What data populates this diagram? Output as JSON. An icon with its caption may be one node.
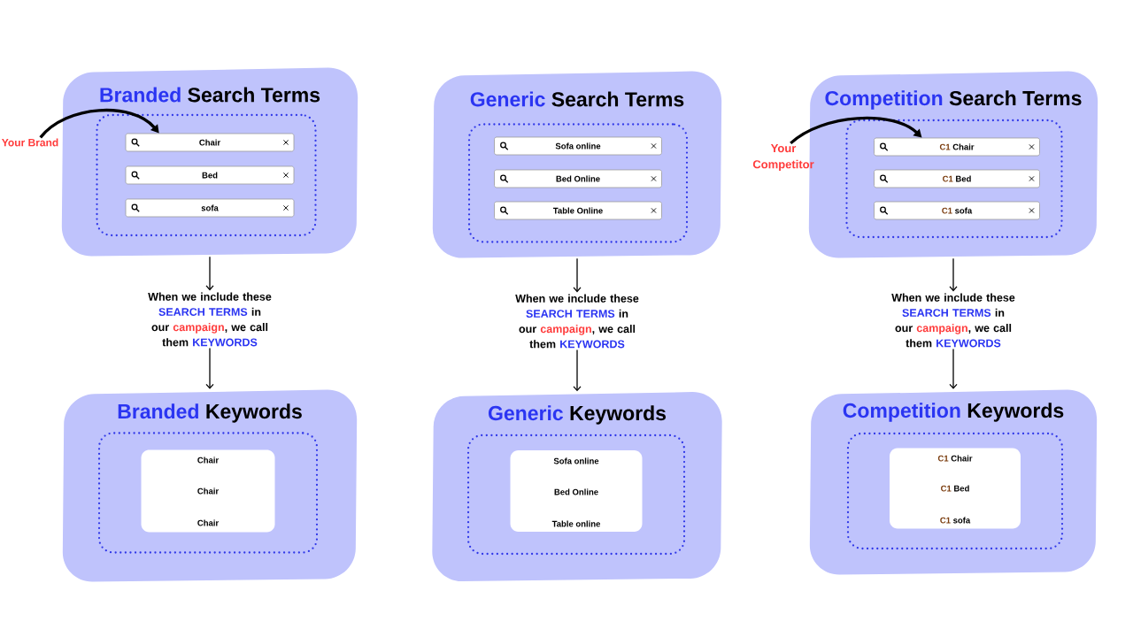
{
  "diagram": {
    "nodes": [
      {
        "text": [
          "Branded Search Terms"
        ]
      },
      {
        "text": [],
        "shape": "box",
        "in": 0
      },
      {
        "text": [
          "Chair"
        ],
        "in": 1
      },
      {
        "text": [
          "Bed"
        ],
        "in": 1
      },
      {
        "text": [
          "sofa"
        ],
        "in": 1
      },
      {
        "text": [
          "Your Brand"
        ]
      },
      {
        "text": [
          "When we include these SEARCH TERMS in our campaign, we call them KEYWORDS"
        ]
      },
      {
        "text": [
          "Branded Keywords"
        ]
      },
      {
        "text": [],
        "shape": "box",
        "in": 7
      },
      {
        "text": [
          "Chair",
          "Chair",
          "Chair"
        ],
        "in": 8
      },
      {
        "text": [
          "Generic Search Terms"
        ]
      },
      {
        "text": [],
        "shape": "box",
        "in": 10
      },
      {
        "text": [
          "Sofa online"
        ],
        "in": 11
      },
      {
        "text": [
          "Bed Online"
        ],
        "in": 11
      },
      {
        "text": [
          "Table Online"
        ],
        "in": 11
      },
      {
        "text": [
          "When we include these SEARCH TERMS in our campaign, we call them KEYWORDS"
        ]
      },
      {
        "text": [
          "Generic Keywords"
        ]
      },
      {
        "text": [],
        "shape": "box",
        "in": 16
      },
      {
        "text": [
          "Sofa online",
          "Bed Online",
          "Table online"
        ],
        "in": 17
      },
      {
        "text": [
          "Competition Search Terms"
        ]
      },
      {
        "text": [],
        "shape": "box",
        "in": 19
      },
      {
        "text": [
          "C1 Chair"
        ],
        "in": 20
      },
      {
        "text": [
          "C1 Bed"
        ],
        "in": 20
      },
      {
        "text": [
          "C1 sofa"
        ],
        "in": 20
      },
      {
        "text": [
          "Your Competitor"
        ]
      },
      {
        "text": [
          "When we include these SEARCH TERMS in our campaign, we call them KEYWORDS"
        ]
      },
      {
        "text": [
          "Competition Keywords"
        ]
      },
      {
        "text": [],
        "shape": "box",
        "in": 26
      },
      {
        "text": [
          "C1 Chair",
          "C1 Bed",
          "C1 sofa"
        ],
        "in": 27
      }
    ],
    "edges": [
      {
        "from": 5,
        "to": 2,
        "arrow": "to",
        "style": "thick"
      },
      {
        "from": 0,
        "to": 6,
        "arrow": "to"
      },
      {
        "from": 6,
        "to": 7,
        "arrow": "to"
      },
      {
        "from": 10,
        "to": 15,
        "arrow": "to"
      },
      {
        "from": 15,
        "to": 16,
        "arrow": "to"
      },
      {
        "from": 24,
        "to": 21,
        "arrow": "to",
        "style": "thick"
      },
      {
        "from": 19,
        "to": 25,
        "arrow": "to"
      },
      {
        "from": 25,
        "to": 26,
        "arrow": "to"
      }
    ]
  }
}
